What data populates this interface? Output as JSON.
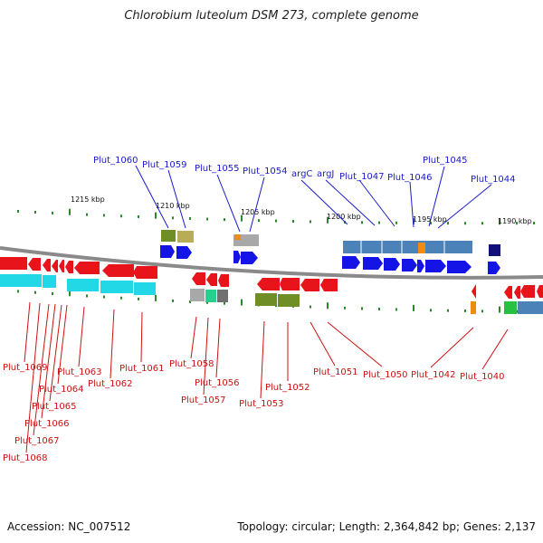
{
  "title": "Chlorobium luteolum DSM 273, complete genome",
  "footer": {
    "accession": "Accession: NC_007512",
    "summary": "Topology: circular; Length: 2,364,842 bp; Genes: 2,137"
  },
  "colors": {
    "backbone": "#888888",
    "forward_label": "#1a1acc",
    "reverse_label": "#cc1111",
    "tick": "#2a8a2a",
    "gene_red": "#e8141c",
    "gene_blue": "#1414e6",
    "gene_cyan": "#22d7e6",
    "gene_steel": "#4b83b8",
    "gene_olive": "#6f8f26",
    "gene_khaki": "#b8ad55",
    "gene_gray": "#a0a0a0",
    "gene_orange": "#f08a10",
    "gene_navy": "#10107a",
    "gene_green": "#28c040"
  },
  "scale_labels": {
    "top": [
      "1215 kbp",
      "1210 kbp",
      "1205 kbp",
      "1200 kbp",
      "1195 kbp",
      "1190 kbp"
    ]
  },
  "forward_labels": [
    "Plut_1060",
    "Plut_1059",
    "Plut_1055",
    "Plut_1054",
    "argC",
    "argJ",
    "Plut_1047",
    "Plut_1046",
    "Plut_1045",
    "Plut_1044"
  ],
  "reverse_labels": [
    "Plut_1069",
    "Plut_1063",
    "Plut_1064",
    "Plut_1065",
    "Plut_1066",
    "Plut_1067",
    "Plut_1068",
    "Plut_1062",
    "Plut_1061",
    "Plut_1058",
    "Plut_1056",
    "Plut_1057",
    "Plut_1053",
    "Plut_1052",
    "Plut_1051",
    "Plut_1050",
    "Plut_1042",
    "Plut_1040"
  ]
}
